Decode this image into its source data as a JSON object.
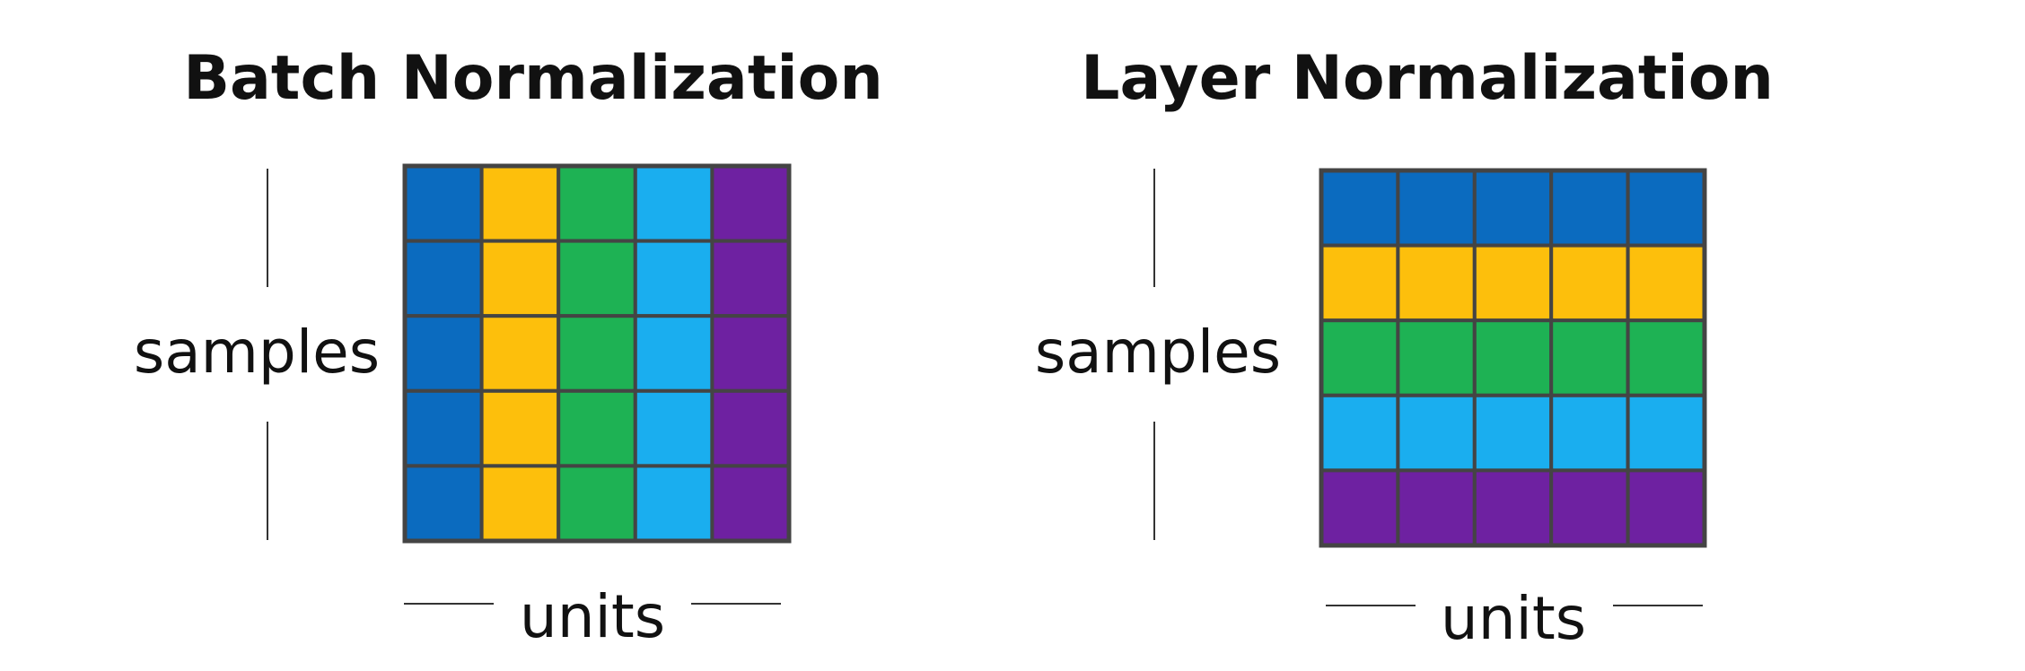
{
  "colors": {
    "row_1": "#0B6BBF",
    "row_2": "#FDBF0C",
    "row_3": "#1EB254",
    "row_4": "#1AAEEF",
    "row_5": "#6E21A1",
    "grid_line": "#444444",
    "text": "#111111"
  },
  "batch_norm": {
    "title": "Batch Normalization",
    "y_label": "samples",
    "x_label": "units",
    "coloring": "by-column",
    "rows": 5,
    "cols": 5
  },
  "layer_norm": {
    "title": "Layer Normalization",
    "y_label": "samples",
    "x_label": "units",
    "coloring": "by-row",
    "rows": 5,
    "cols": 5
  }
}
